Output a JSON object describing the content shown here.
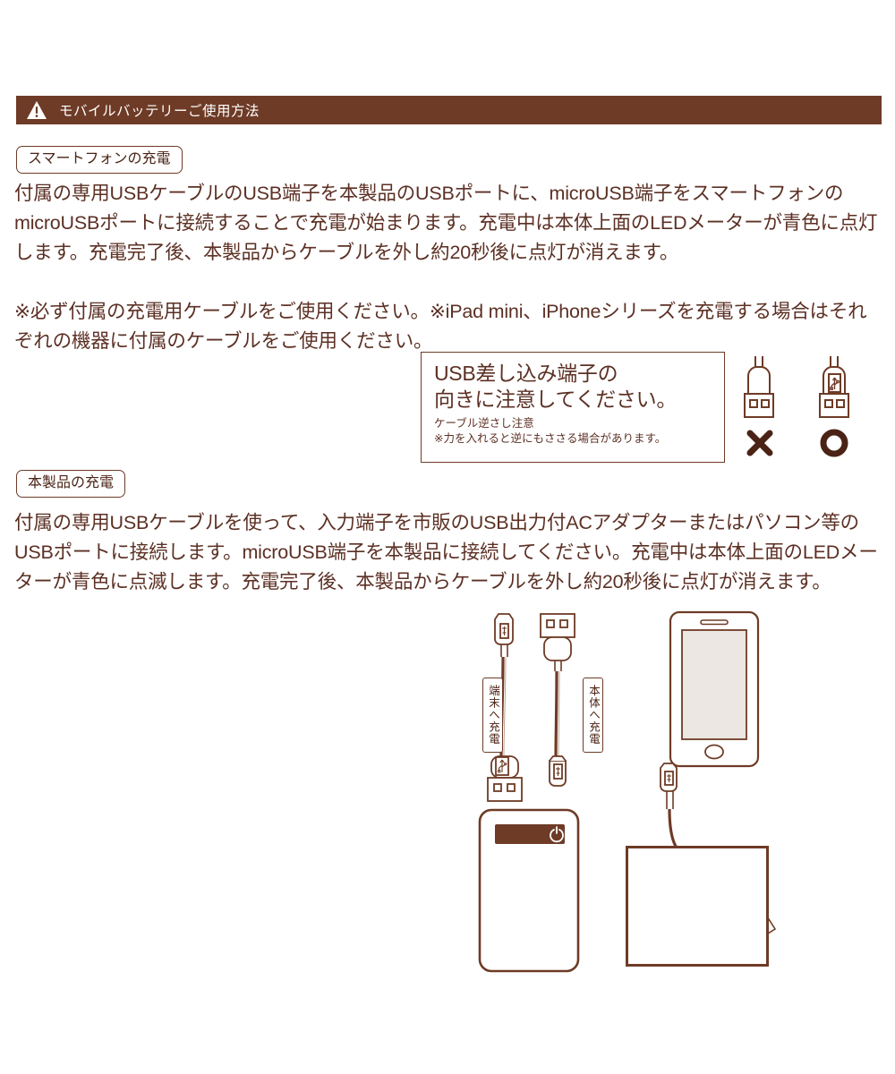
{
  "header": {
    "icon": "warning-triangle-icon",
    "title": "モバイルバッテリーご使用方法",
    "bar_color": "#6e3b26"
  },
  "sections": [
    {
      "pill_label": "スマートフォンの充電",
      "body": "付属の専用USBケーブルのUSB端子を本製品のUSBポートに、microUSB端子をスマートフォンのmicroUSBポートに接続することで充電が始まります。充電中は本体上面のLEDメーターが青色に点灯します。充電完了後、本製品からケーブルを外し約20秒後に点灯が消えます。",
      "notes": "※必ず付属の充電用ケーブルをご使用ください。※iPad mini、iPhoneシリーズを充電する場合はそれぞれの機器に付属のケーブルをご使用ください。"
    },
    {
      "pill_label": "本製品の充電",
      "body": "付属の専用USBケーブルを使って、入力端子を市販のUSB出力付ACアダプターまたはパソコン等のUSBポートに接続します。microUSB端子を本製品に接続してください。充電中は本体上面のLEDメーターが青色に点滅します。充電完了後、本製品からケーブルを外し約20秒後に点灯が消えます。"
    }
  ],
  "warning_box": {
    "headline": "USB差し込み端子の\n向きに注意してください。",
    "subline": "ケーブル逆さし注意\n※力を入れると逆にもささる場合があります。",
    "bad_mark": "✕",
    "good_mark": "◯",
    "bad_caption": "usb-connector-wrong-orientation",
    "good_caption": "usb-connector-correct-orientation"
  },
  "diagram": {
    "cable_label_device": "端末へ充電",
    "cable_label_unit": "本体へ充電",
    "battery_power_icon": "power-icon",
    "phone": "smartphone-illustration",
    "photo": "laptop-charging-photo"
  },
  "colors": {
    "brown": "#6e3b26",
    "text": "#5c3024",
    "dark": "#4a2316",
    "screen": "#ece7e2"
  }
}
